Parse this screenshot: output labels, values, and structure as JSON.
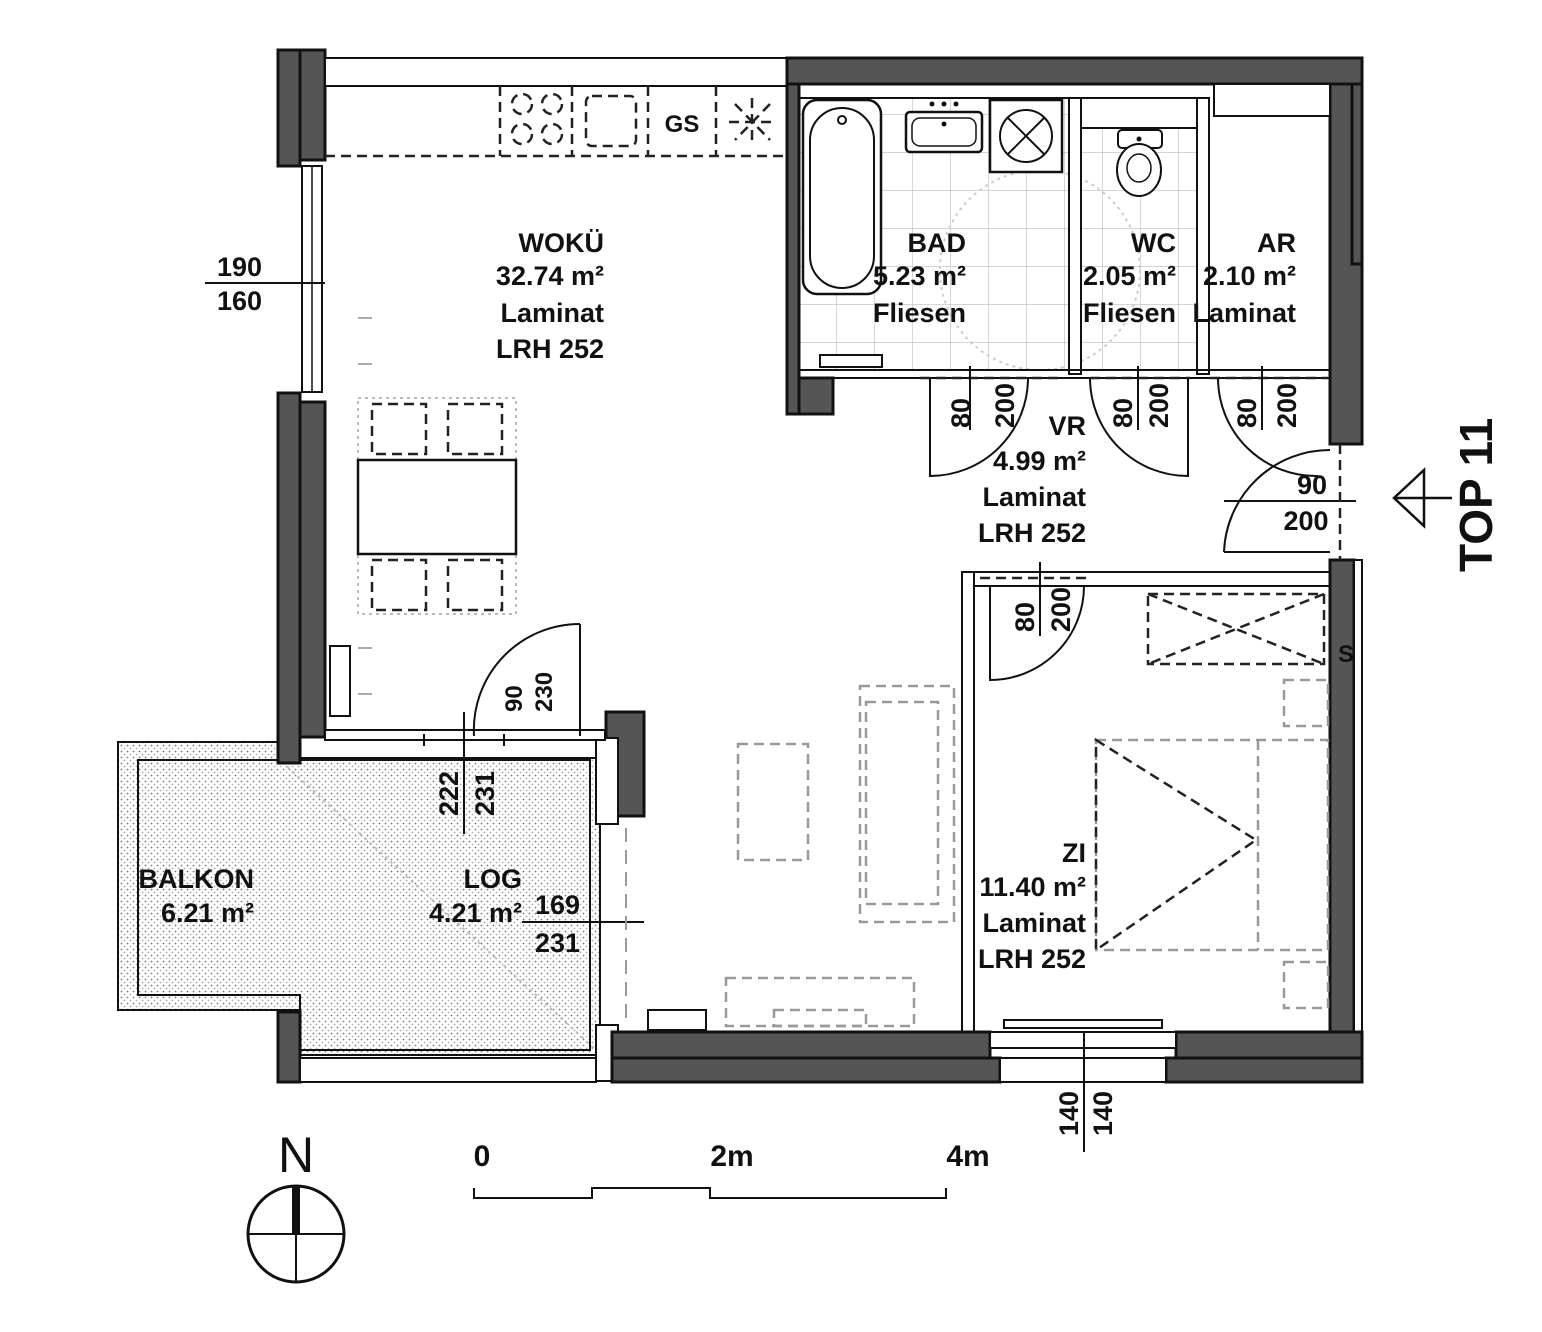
{
  "plan": {
    "unit_label": "TOP 11",
    "rooms": [
      {
        "name": "WOKÜ",
        "area": "32.74  m²",
        "floor": "Laminat",
        "height": "LRH 252"
      },
      {
        "name": "BAD",
        "area": "5.23  m²",
        "floor": "Fliesen"
      },
      {
        "name": "WC",
        "area": "2.05  m²",
        "floor": "Fliesen"
      },
      {
        "name": "AR",
        "area": "2.10  m²",
        "floor": "Laminat"
      },
      {
        "name": "VR",
        "area": "4.99  m²",
        "floor": "Laminat",
        "height": "LRH 252"
      },
      {
        "name": "ZI",
        "area": "11.40  m²",
        "floor": "Laminat",
        "height": "LRH 252"
      },
      {
        "name": "BALKON",
        "area": "6.21  m²"
      },
      {
        "name": "LOG",
        "area": "4.21  m²"
      }
    ],
    "kitchen_gs": "GS",
    "shaft": "S",
    "window_woku": {
      "top": "190",
      "bottom": "160"
    },
    "window_log": {
      "top": "169",
      "bottom": "231"
    },
    "door_bad": {
      "w": "80",
      "h": "200"
    },
    "door_wc": {
      "w": "80",
      "h": "200"
    },
    "door_ar": {
      "w": "80",
      "h": "200"
    },
    "door_entry": {
      "w": "90",
      "h": "200"
    },
    "door_zi": {
      "w": "80",
      "h": "200"
    },
    "door_balcony": {
      "w": "90",
      "h": "230"
    },
    "log_opening": {
      "a": "222",
      "b": "231"
    },
    "window_zi": {
      "a": "140",
      "b": "140"
    },
    "north": "N",
    "scale": {
      "zero": "0",
      "mid": "2m",
      "end": "4m"
    }
  }
}
